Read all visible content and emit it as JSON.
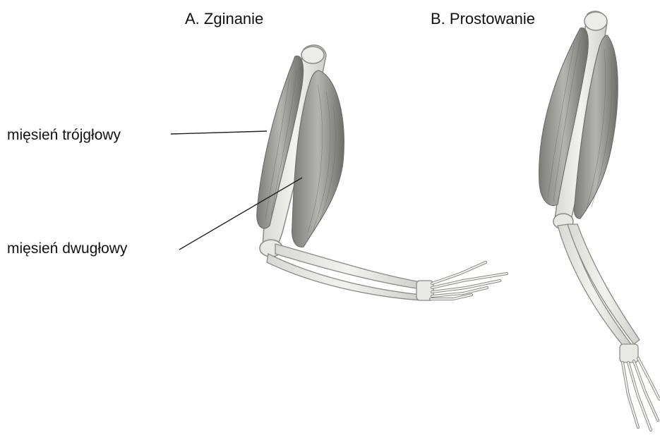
{
  "titles": {
    "flexion": "A. Zginanie",
    "extension": "B. Prostowanie"
  },
  "labels": {
    "triceps": "mięsień trójgłowy",
    "biceps": "mięsień dwugłowy"
  },
  "colors": {
    "bone": "#e6e6e2",
    "bone_outline": "#8a8a86",
    "muscle": "#9a9a96",
    "muscle_dark": "#6e6e6a",
    "leader_line": "#222222"
  }
}
